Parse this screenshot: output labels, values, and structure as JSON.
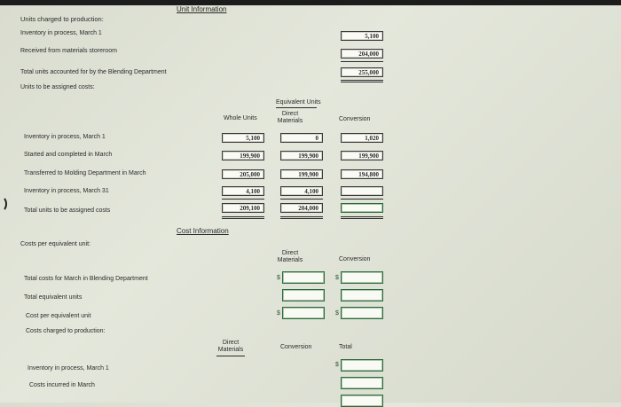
{
  "unit_info": {
    "heading": "Unit Information",
    "units_charged": "Units charged to production:",
    "inv_march1": "Inventory in process, March 1",
    "inv_march1_val": "5,100",
    "received": "Received from materials storeroom",
    "received_val": "204,000",
    "total_accounted": "Total units accounted for by the Blending Department",
    "total_accounted_val": "255,000",
    "units_assigned": "Units to be assigned costs:"
  },
  "eq_table": {
    "eq_units": "Equivalent Units",
    "col_whole": "Whole Units",
    "col_dm": "Direct Materials",
    "col_conv": "Conversion",
    "rows": [
      {
        "label": "Inventory in process, March 1",
        "whole": "5,100",
        "dm": "0",
        "conv": "1,020"
      },
      {
        "label": "Started and completed in March",
        "whole": "199,900",
        "dm": "199,900",
        "conv": "199,900"
      },
      {
        "label": "Transferred to Molding Department in March",
        "whole": "205,000",
        "dm": "199,900",
        "conv": "194,800"
      },
      {
        "label": "Inventory in process, March 31",
        "whole": "4,100",
        "dm": "4,100",
        "conv": ""
      },
      {
        "label": "Total units to be assigned costs",
        "whole": "209,100",
        "dm": "204,000",
        "conv": ""
      }
    ]
  },
  "cost_info": {
    "heading": "Cost Information",
    "cpeu": "Costs per equivalent unit:",
    "col_dm": "Direct Materials",
    "col_conv": "Conversion",
    "total_costs": "Total costs for March in Blending Department",
    "total_eq": "Total equivalent units",
    "cost_per": "Cost per equivalent unit",
    "charged": "Costs charged to production:",
    "dollar": "$"
  },
  "bottom": {
    "col_dm": "Direct Materials",
    "col_conv": "Conversion",
    "col_total": "Total",
    "inv_march1": "Inventory in process, March 1",
    "costs_incurred": "Costs incurred in March"
  }
}
